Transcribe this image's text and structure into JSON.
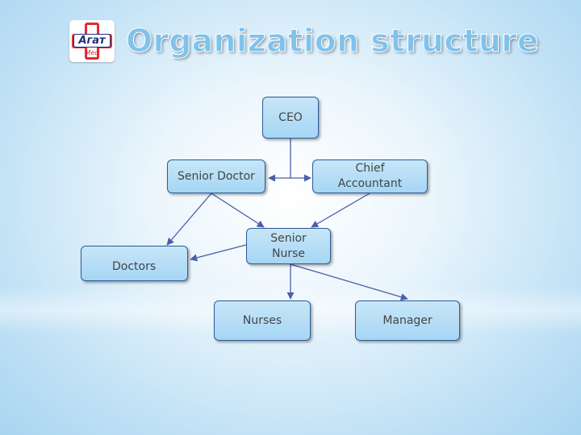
{
  "title": "Organization structure",
  "logo": {
    "main": "Агат",
    "sub": "Med"
  },
  "colors": {
    "node_fill": "#a6d6f4",
    "node_border": "#2f5a98",
    "connector": "#4a5fa8",
    "title": "#7fc3ec"
  },
  "nodes": {
    "ceo": "CEO",
    "senior_doctor": "Senior Doctor",
    "chief_accountant": "Chief\nAccountant",
    "doctors": "Doctors",
    "senior_nurse": "Senior\nNurse",
    "nurses": "Nurses",
    "manager": "Manager"
  },
  "edges": [
    {
      "from": "ceo",
      "to": "senior_doctor"
    },
    {
      "from": "ceo",
      "to": "chief_accountant"
    },
    {
      "from": "senior_doctor",
      "to": "doctors"
    },
    {
      "from": "senior_doctor",
      "to": "senior_nurse"
    },
    {
      "from": "chief_accountant",
      "to": "senior_nurse"
    },
    {
      "from": "senior_nurse",
      "to": "doctors"
    },
    {
      "from": "senior_nurse",
      "to": "nurses"
    },
    {
      "from": "senior_nurse",
      "to": "manager"
    }
  ]
}
